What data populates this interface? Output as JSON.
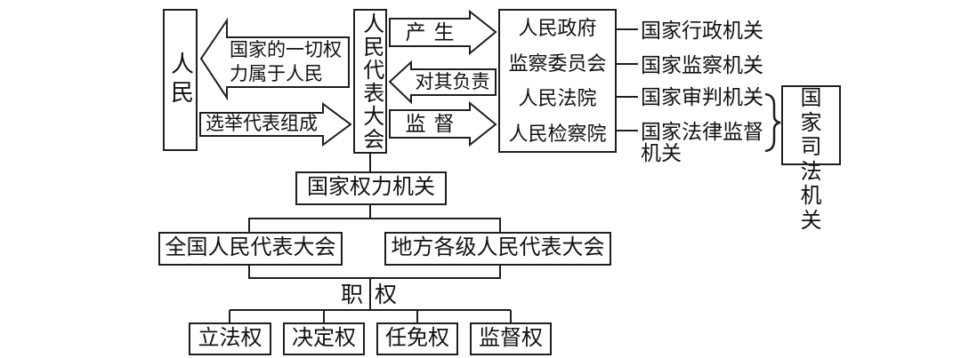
{
  "palette": {
    "background": "#ffffff",
    "line": "#1f1f1f",
    "text": "#111111"
  },
  "nodes": {
    "people": "人民",
    "peoples_congress": "人民代表大会",
    "state_organs": [
      "人民政府",
      "监察委员会",
      "人民法院",
      "人民检察院"
    ],
    "organ_type_labels": [
      "国家行政机关",
      "国家监察机关",
      "国家审判机关"
    ],
    "legal_supervision_line1": "国家法律监督",
    "legal_supervision_line2": "机关",
    "judicial_organ_lines": [
      "国家",
      "司法",
      "机关"
    ],
    "state_power_organ": "国家权力机关",
    "national_congress": "全国人民代表大会",
    "local_congress": "地方各级人民代表大会",
    "functions": "职权",
    "powers": [
      "立法权",
      "决定权",
      "任免权",
      "监督权"
    ]
  },
  "arrows": {
    "power_belongs_line1": "国家的一切权",
    "power_belongs_line2": "力属于人民",
    "elect": "选举代表组成",
    "produce": "产生",
    "responsible_to": "对其负责",
    "supervise": "监督"
  }
}
